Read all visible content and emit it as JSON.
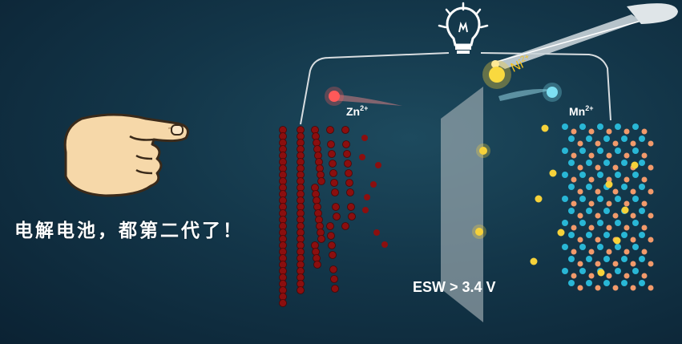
{
  "caption": "电解电池，都第二代了！",
  "labels": {
    "zn_ion": "Zn",
    "zn_charge": "2+",
    "mn_ion": "Mn",
    "mn_charge": "2+",
    "ni_ion": "Ni",
    "ni_charge": "2+",
    "esw": "ESW > 3.4 V"
  },
  "icons": {
    "hand": "pointing-hand-icon",
    "bulb": "light-bulb-icon",
    "pipette": "pipette-icon"
  },
  "colors": {
    "background": "#133649",
    "zinc_atom": "#8b0f0f",
    "manganese_blue": "#29b7d6",
    "manganese_orange": "#f29a6b",
    "nickel": "#f6d23a",
    "separator": "#9aa7ad"
  }
}
